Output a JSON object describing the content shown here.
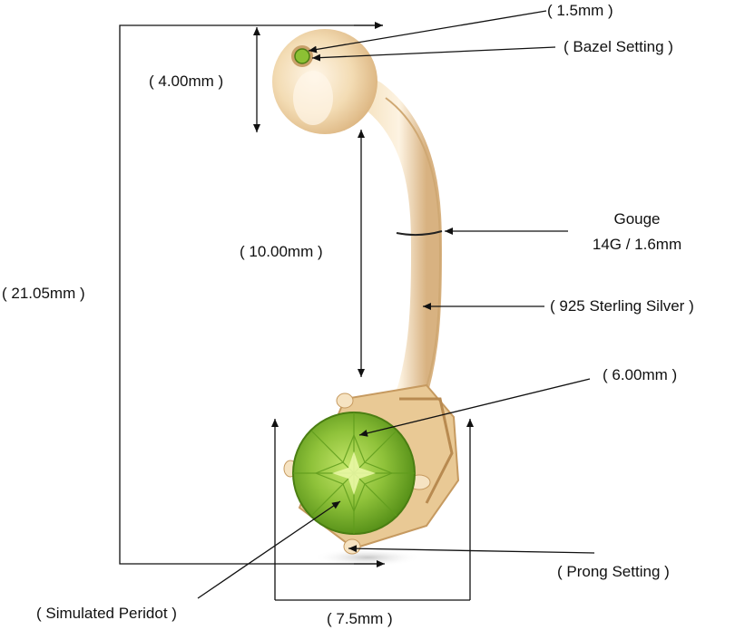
{
  "labels": {
    "top_dia": "( 1.5mm )",
    "bezel": "( Bazel Setting )",
    "ball": "( 4.00mm )",
    "length": "( 10.00mm )",
    "total": "( 21.05mm )",
    "gauge_title": "Gouge",
    "gauge_value": "14G / 1.6mm",
    "metal": "( 925 Sterling Silver )",
    "stone_size": "( 6.00mm )",
    "prong": "( Prong Setting )",
    "stone": "( Simulated Peridot )",
    "width": "( 7.5mm )"
  },
  "colors": {
    "gold": "#f1d7ad",
    "gold_dark": "#d9b07a",
    "peridot": "#8fc23a",
    "peridot_dark": "#4f8a14",
    "line": "#111111"
  }
}
